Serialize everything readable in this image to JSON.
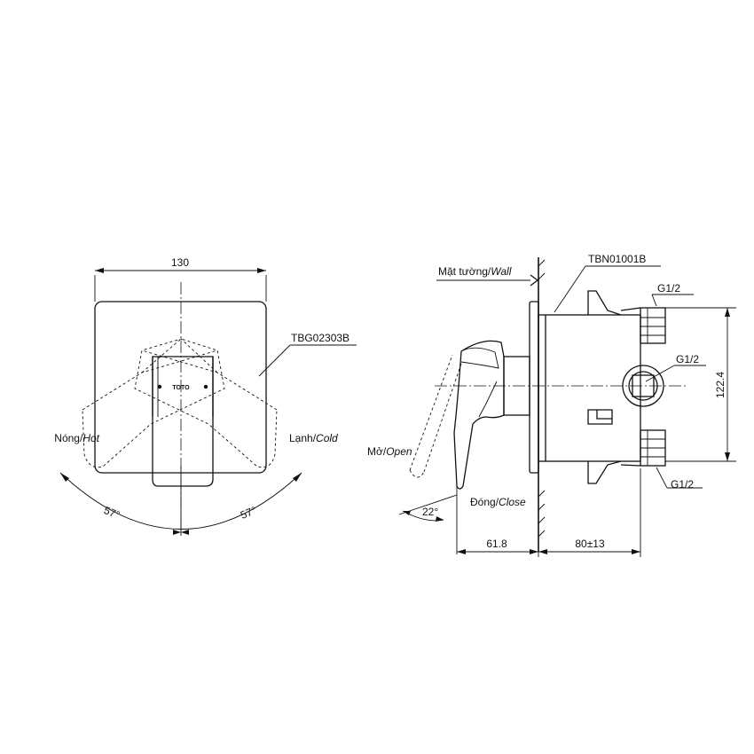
{
  "front_view": {
    "width_dim": "130",
    "part_label": "TBG02303B",
    "hot_vi": "Nóng/",
    "hot_en": "Hot",
    "cold_vi": "Lạnh/",
    "cold_en": "Cold",
    "angle_left": "57°",
    "angle_right": "57°",
    "brand": "TOTO"
  },
  "side_view": {
    "wall_vi": "Mặt tường/",
    "wall_en": "Wall",
    "part_label": "TBN01001B",
    "thread_top": "G1/2",
    "thread_center": "G1/2",
    "thread_bottom": "G1/2",
    "height_dim": "122.4",
    "open_vi": "Mở/",
    "open_en": "Open",
    "close_vi": "Đóng/",
    "close_en": "Close",
    "angle_open": "22°",
    "depth_front": "61.8",
    "depth_back": "80±13"
  }
}
